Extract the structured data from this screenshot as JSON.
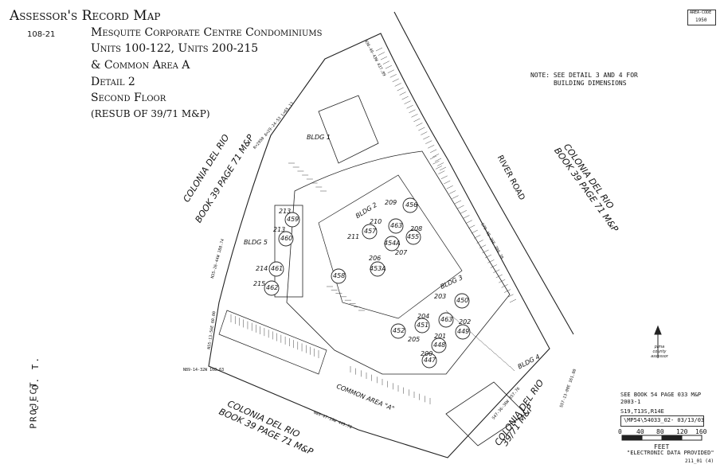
{
  "header": {
    "title": "Assessor's Record Map",
    "map_ref": "108-21",
    "lines": [
      "Mesquite Corporate Centre Condominiums",
      "Units 100-122, Units 200-215",
      "& Common Area A",
      "Detail 2",
      "Second Floor",
      "(RESUB OF 39/71 M&P)"
    ]
  },
  "area_code": {
    "label": "AREA-CODE",
    "value": "1950"
  },
  "note": {
    "line1": "NOTE: SEE DETAIL 3 AND 4 FOR",
    "line2": "BUILDING DIMENSIONS"
  },
  "buildings": {
    "b1": "BLDG 1",
    "b2": "BLDG 2",
    "b3": "BLDG 3",
    "b4": "BLDG 4",
    "b5": "BLDG 5"
  },
  "common_area": "COMMON AREA \"A\"",
  "road": "RIVER ROAD",
  "adjacent": {
    "left_1": "COLONIA DEL RIO",
    "left_2": "BOOK 39 PAGE 71 M&P",
    "right_1": "COLONIA DEL RIO",
    "right_2": "BOOK 39 PAGE 71 M&P",
    "bottom_1": "COLONIA DEL RIO",
    "bottom_2": "BOOK 39 PAGE 71 M&P",
    "br_1": "COLONIA DEL RIO",
    "br_2": "39/71 M&P"
  },
  "bearings": {
    "top": "N36-49-43W 437.89",
    "curve": "R=2950 Δ=29-24-53 L=65.13",
    "left_upper": "N35-26-44W 188.74",
    "left_lower": "N55-13-56E 60.00",
    "south": "N89-14-32W 108.63",
    "south2": "N89-47-39W 449.78",
    "east": "S79-40-36E 309.39",
    "se": "S47-36-36W 357.76",
    "se2": "S57-13-00E 161.00"
  },
  "units": {
    "u213a": "213",
    "u459": "459",
    "u213b": "213",
    "u460": "460",
    "u214": "214",
    "u461": "461",
    "u215": "215",
    "u462": "462",
    "u209": "209",
    "u456": "456",
    "u210": "210",
    "u463a": "463",
    "u208": "208",
    "u211": "211",
    "u457": "457",
    "u454": "454A",
    "u455": "455",
    "u207": "207",
    "u206": "206",
    "u453": "453A",
    "u458": "458",
    "u203": "203",
    "u450": "450",
    "u204": "204",
    "u451": "451",
    "u463b": "463",
    "u202": "202",
    "u449": "449",
    "u452": "452",
    "u205": "205",
    "u201": "201",
    "u448": "448",
    "u200": "200",
    "u447": "447"
  },
  "north": {
    "label": "pima county assessor"
  },
  "side_label": {
    "line1": "C. O. T.",
    "line2": "PROJECT"
  },
  "refs": {
    "book": "SEE BOOK 54 PAGE 033 M&P",
    "year": "2003-1",
    "trs": "S19,T13S,R14E",
    "file": "\\MP54\\54033_02- 03/13/03"
  },
  "scale": {
    "ticks": [
      "0",
      "40",
      "80",
      "120",
      "160"
    ],
    "unit": "FEET"
  },
  "footer": {
    "note": "\"ELECTRONIC DATA PROVIDED\"",
    "sheet": "211_01 (4)"
  }
}
